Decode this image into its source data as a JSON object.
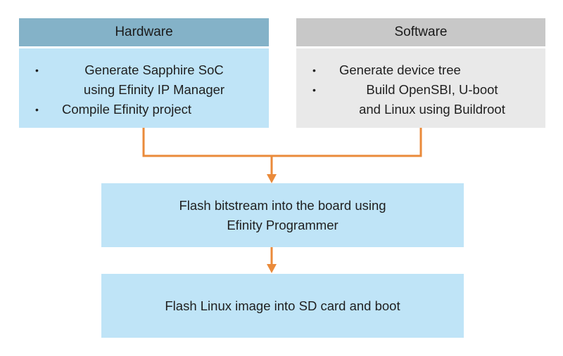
{
  "hardware": {
    "title": "Hardware",
    "items": [
      "Generate Sapphire SoC\nusing Efinity IP Manager",
      "Compile Efinity project"
    ]
  },
  "software": {
    "title": "Software",
    "items": [
      "Generate device tree",
      "Build OpenSBI, U-boot\nand Linux using Buildroot"
    ]
  },
  "steps": [
    "Flash bitstream into the board using\nEfinity Programmer",
    "Flash Linux image into SD card and boot"
  ],
  "colors": {
    "hardware_header": "#84b2c8",
    "hardware_body": "#bfe4f7",
    "software_header": "#c8c8c8",
    "software_body": "#e9e9e9",
    "step_fill": "#bfe4f7",
    "connector": "#ea8a3a"
  },
  "bullet_glyph": "•"
}
